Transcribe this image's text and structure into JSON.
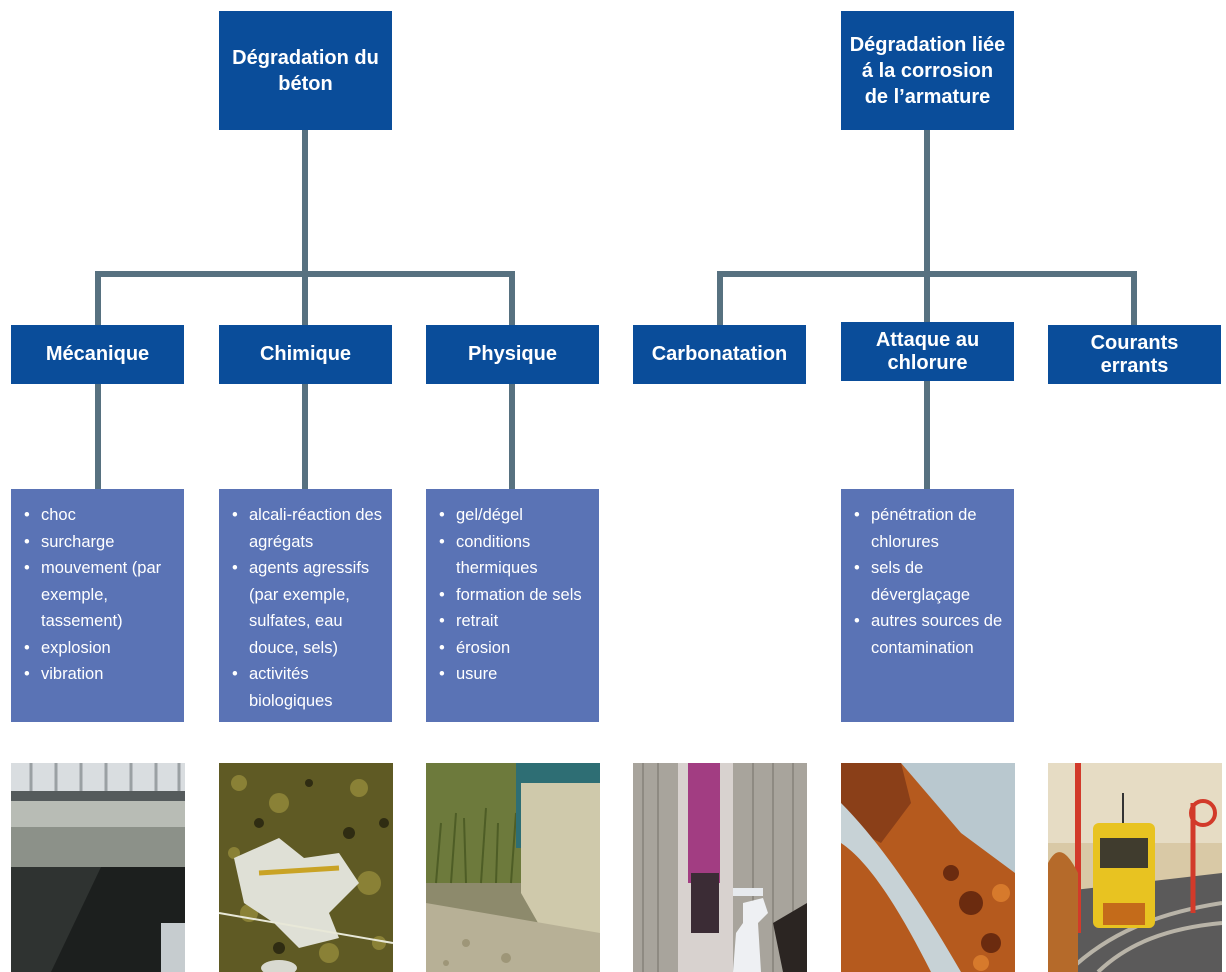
{
  "colors": {
    "box": "#0a4d9a",
    "list": "#5a73b5",
    "line": "#577180"
  },
  "trees": [
    {
      "root": "Dégradation du béton",
      "categories": [
        {
          "label": "Mécanique",
          "items": [
            "choc",
            "surcharge",
            "mouvement (par exemple, tassement)",
            "explosion",
            "vibration"
          ]
        },
        {
          "label": "Chimique",
          "items": [
            "alcali-réaction des agrégats",
            "agents agressifs (par exemple, sulfates, eau douce, sels)",
            "activités biologiques"
          ]
        },
        {
          "label": "Physique",
          "items": [
            "gel/dégel",
            "conditions thermiques",
            "formation de sels",
            "retrait",
            "érosion",
            "usure"
          ]
        }
      ]
    },
    {
      "root": "Dégradation liée á la corrosion de l’armature",
      "categories": [
        {
          "label": "Carbonatation",
          "items": []
        },
        {
          "label": "Attaque au chlorure",
          "items": [
            "pénétration de chlorures",
            "sels de déverglaçage",
            "autres sources de contamination"
          ]
        },
        {
          "label": "Courants errants",
          "items": []
        }
      ]
    }
  ],
  "photos": [
    {
      "subject": "concrete bridge deck damage"
    },
    {
      "subject": "alkali-aggregate reaction micrograph"
    },
    {
      "subject": "eroded concrete wall with grass"
    },
    {
      "subject": "carbonation test spray on concrete"
    },
    {
      "subject": "rusted reinforcement corrosion"
    },
    {
      "subject": "yellow tram on tracks"
    }
  ]
}
